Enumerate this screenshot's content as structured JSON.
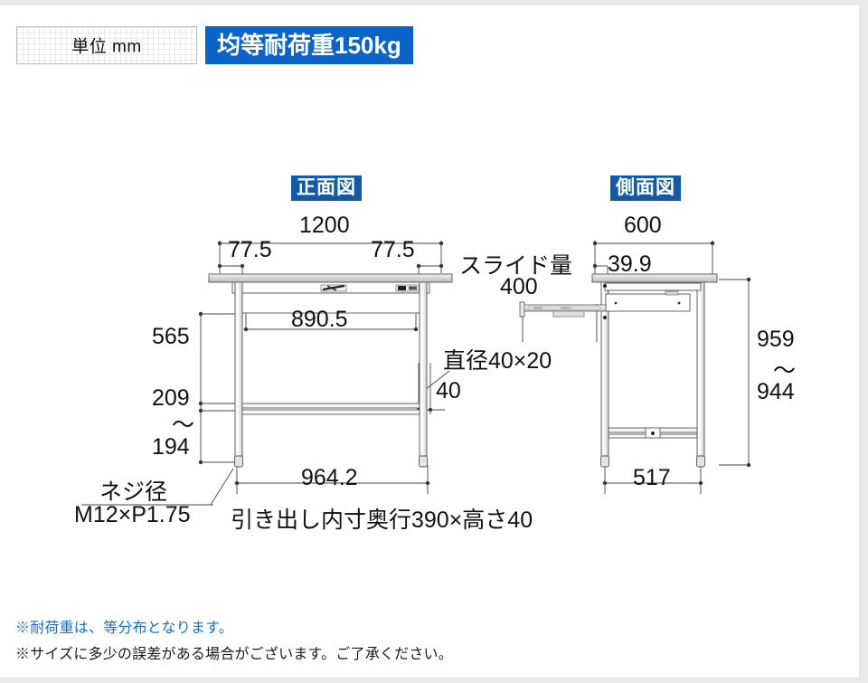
{
  "header": {
    "unit_label": "単位 mm",
    "load_badge": "均等耐荷重150kg",
    "badge_color": "#0d64c8"
  },
  "views": {
    "front_title": "正面図",
    "side_title": "側面図",
    "title_color": "#1259a8"
  },
  "front_view": {
    "width_total": "1200",
    "inset_left": "77.5",
    "inset_right": "77.5",
    "drawer_inner_width": "890.5",
    "upper_height": "565",
    "lower_height_top": "209",
    "lower_height_wave": "〜",
    "lower_height_bottom": "194",
    "foot_span": "964.2",
    "caster_note": "直径40×20",
    "foot_height": "40",
    "screw_label": "ネジ径",
    "screw_spec": "M12×P1.75",
    "drawer_inner_note": "引き出し内寸奥行390×高さ40"
  },
  "side_view": {
    "depth_total": "600",
    "top_thickness": "39.9",
    "slide_label": "スライド量",
    "slide_amount": "400",
    "height_top": "959",
    "height_wave": "〜",
    "height_bottom": "944",
    "foot_span": "517"
  },
  "notes": {
    "note1": "※耐荷重は、等分布となります。",
    "note2": "※サイズに多少の誤差がある場合がございます。ご了承ください。",
    "note1_color": "#1a6fc4"
  }
}
